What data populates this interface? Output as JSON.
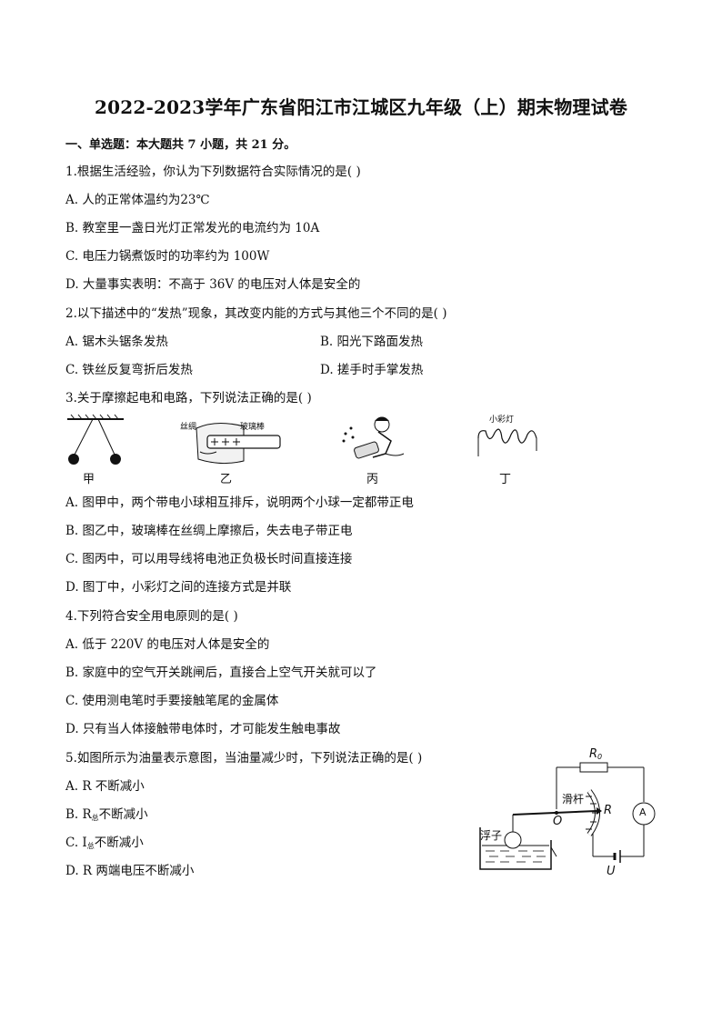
{
  "title": "2022-2023学年广东省阳江市江城区九年级（上）期末物理试卷",
  "section1": "一、单选题：本大题共 7 小题，共 21 分。",
  "q1": {
    "stem": "1.根据生活经验，你认为下列数据符合实际情况的是(    )",
    "A": "A. 人的正常体温约为23℃",
    "B": "B. 教室里一盏日光灯正常发光的电流约为 10A",
    "C": "C. 电压力锅煮饭时的功率约为 100W",
    "D": "D. 大量事实表明：不高于 36V 的电压对人体是安全的"
  },
  "q2": {
    "stem": "2.以下描述中的“发热”现象，其改变内能的方式与其他三个不同的是(    )",
    "A": "A. 锯木头锯条发热",
    "B": "B.  阳光下路面发热",
    "C": "C. 铁丝反复弯折后发热",
    "D": "D. 搓手时手掌发热"
  },
  "q3": {
    "stem": "3.关于摩擦起电和电路，下列说法正确的是(    )",
    "fig_labels": [
      "甲",
      "乙",
      "丙",
      "丁"
    ],
    "fig_text_silk": "丝绸",
    "fig_text_rod": "玻璃棒",
    "fig_text_lamp": "小彩灯",
    "A": "A. 图甲中，两个带电小球相互排斥，说明两个小球一定都带正电",
    "B": "B. 图乙中，玻璃棒在丝绸上摩擦后，失去电子带正电",
    "C": "C. 图丙中，可以用导线将电池正负极长时间直接连接",
    "D": "D. 图丁中，小彩灯之间的连接方式是并联"
  },
  "q4": {
    "stem": "4.下列符合安全用电原则的是(    )",
    "A": "A. 低于 220V 的电压对人体是安全的",
    "B": "B. 家庭中的空气开关跳闸后，直接合上空气开关就可以了",
    "C": "C. 使用测电笔时手要接触笔尾的金属体",
    "D": "D. 只有当人体接触带电体时，才可能发生触电事故"
  },
  "q5": {
    "stem": "5.如图所示为油量表示意图，当油量减少时，下列说法正确的是(    )",
    "A": "A. R 不断减小",
    "B_main": "B. R",
    "B_sub": "总",
    "B_rest": "不断减小",
    "C_main": "C. I",
    "C_sub": "总",
    "C_rest": "不断减小",
    "D": "D. R 两端电压不断减小",
    "fig": {
      "R0_main": "R",
      "R0_sub": "0",
      "rod": "滑杆",
      "R": "R",
      "O": "O",
      "ammeter": "A",
      "float": "浮子",
      "U": "U"
    }
  }
}
